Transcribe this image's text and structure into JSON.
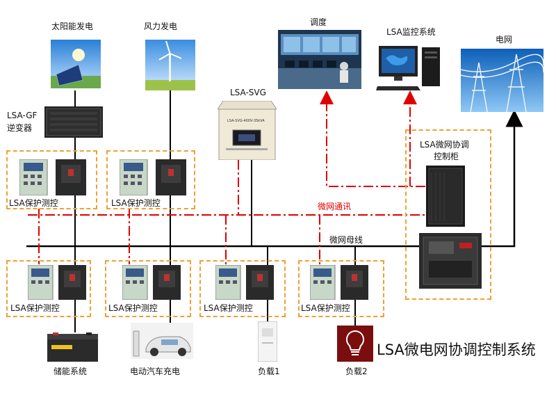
{
  "title": "LSA微电网协调控制系统",
  "labels": {
    "solar": "太阳能发电",
    "wind": "风力发电",
    "inverter_l1": "LSA-GF",
    "inverter_l2": "逆变器",
    "svg": "LSA-SVG",
    "dispatch": "调度",
    "monitor": "LSA监控系统",
    "grid": "电网",
    "cabinet_l1": "LSA微网协调",
    "cabinet_l2": "控制柜",
    "comm": "微网通讯",
    "bus": "微网母线",
    "storage": "储能系统",
    "ev": "电动汽车充电",
    "load1": "负载1",
    "load2": "负载2"
  },
  "units": [
    "LSA保护测控",
    "LSA保护测控",
    "LSA保护测控",
    "LSA保护测控",
    "LSA保护测控",
    "LSA保护测控"
  ],
  "device_text": {
    "svg_panel": "LSA-SVG-400V-35kVA"
  },
  "colors": {
    "comm_line": "#e00000",
    "dashed_box": "#f0a030",
    "bus": "#000000"
  }
}
